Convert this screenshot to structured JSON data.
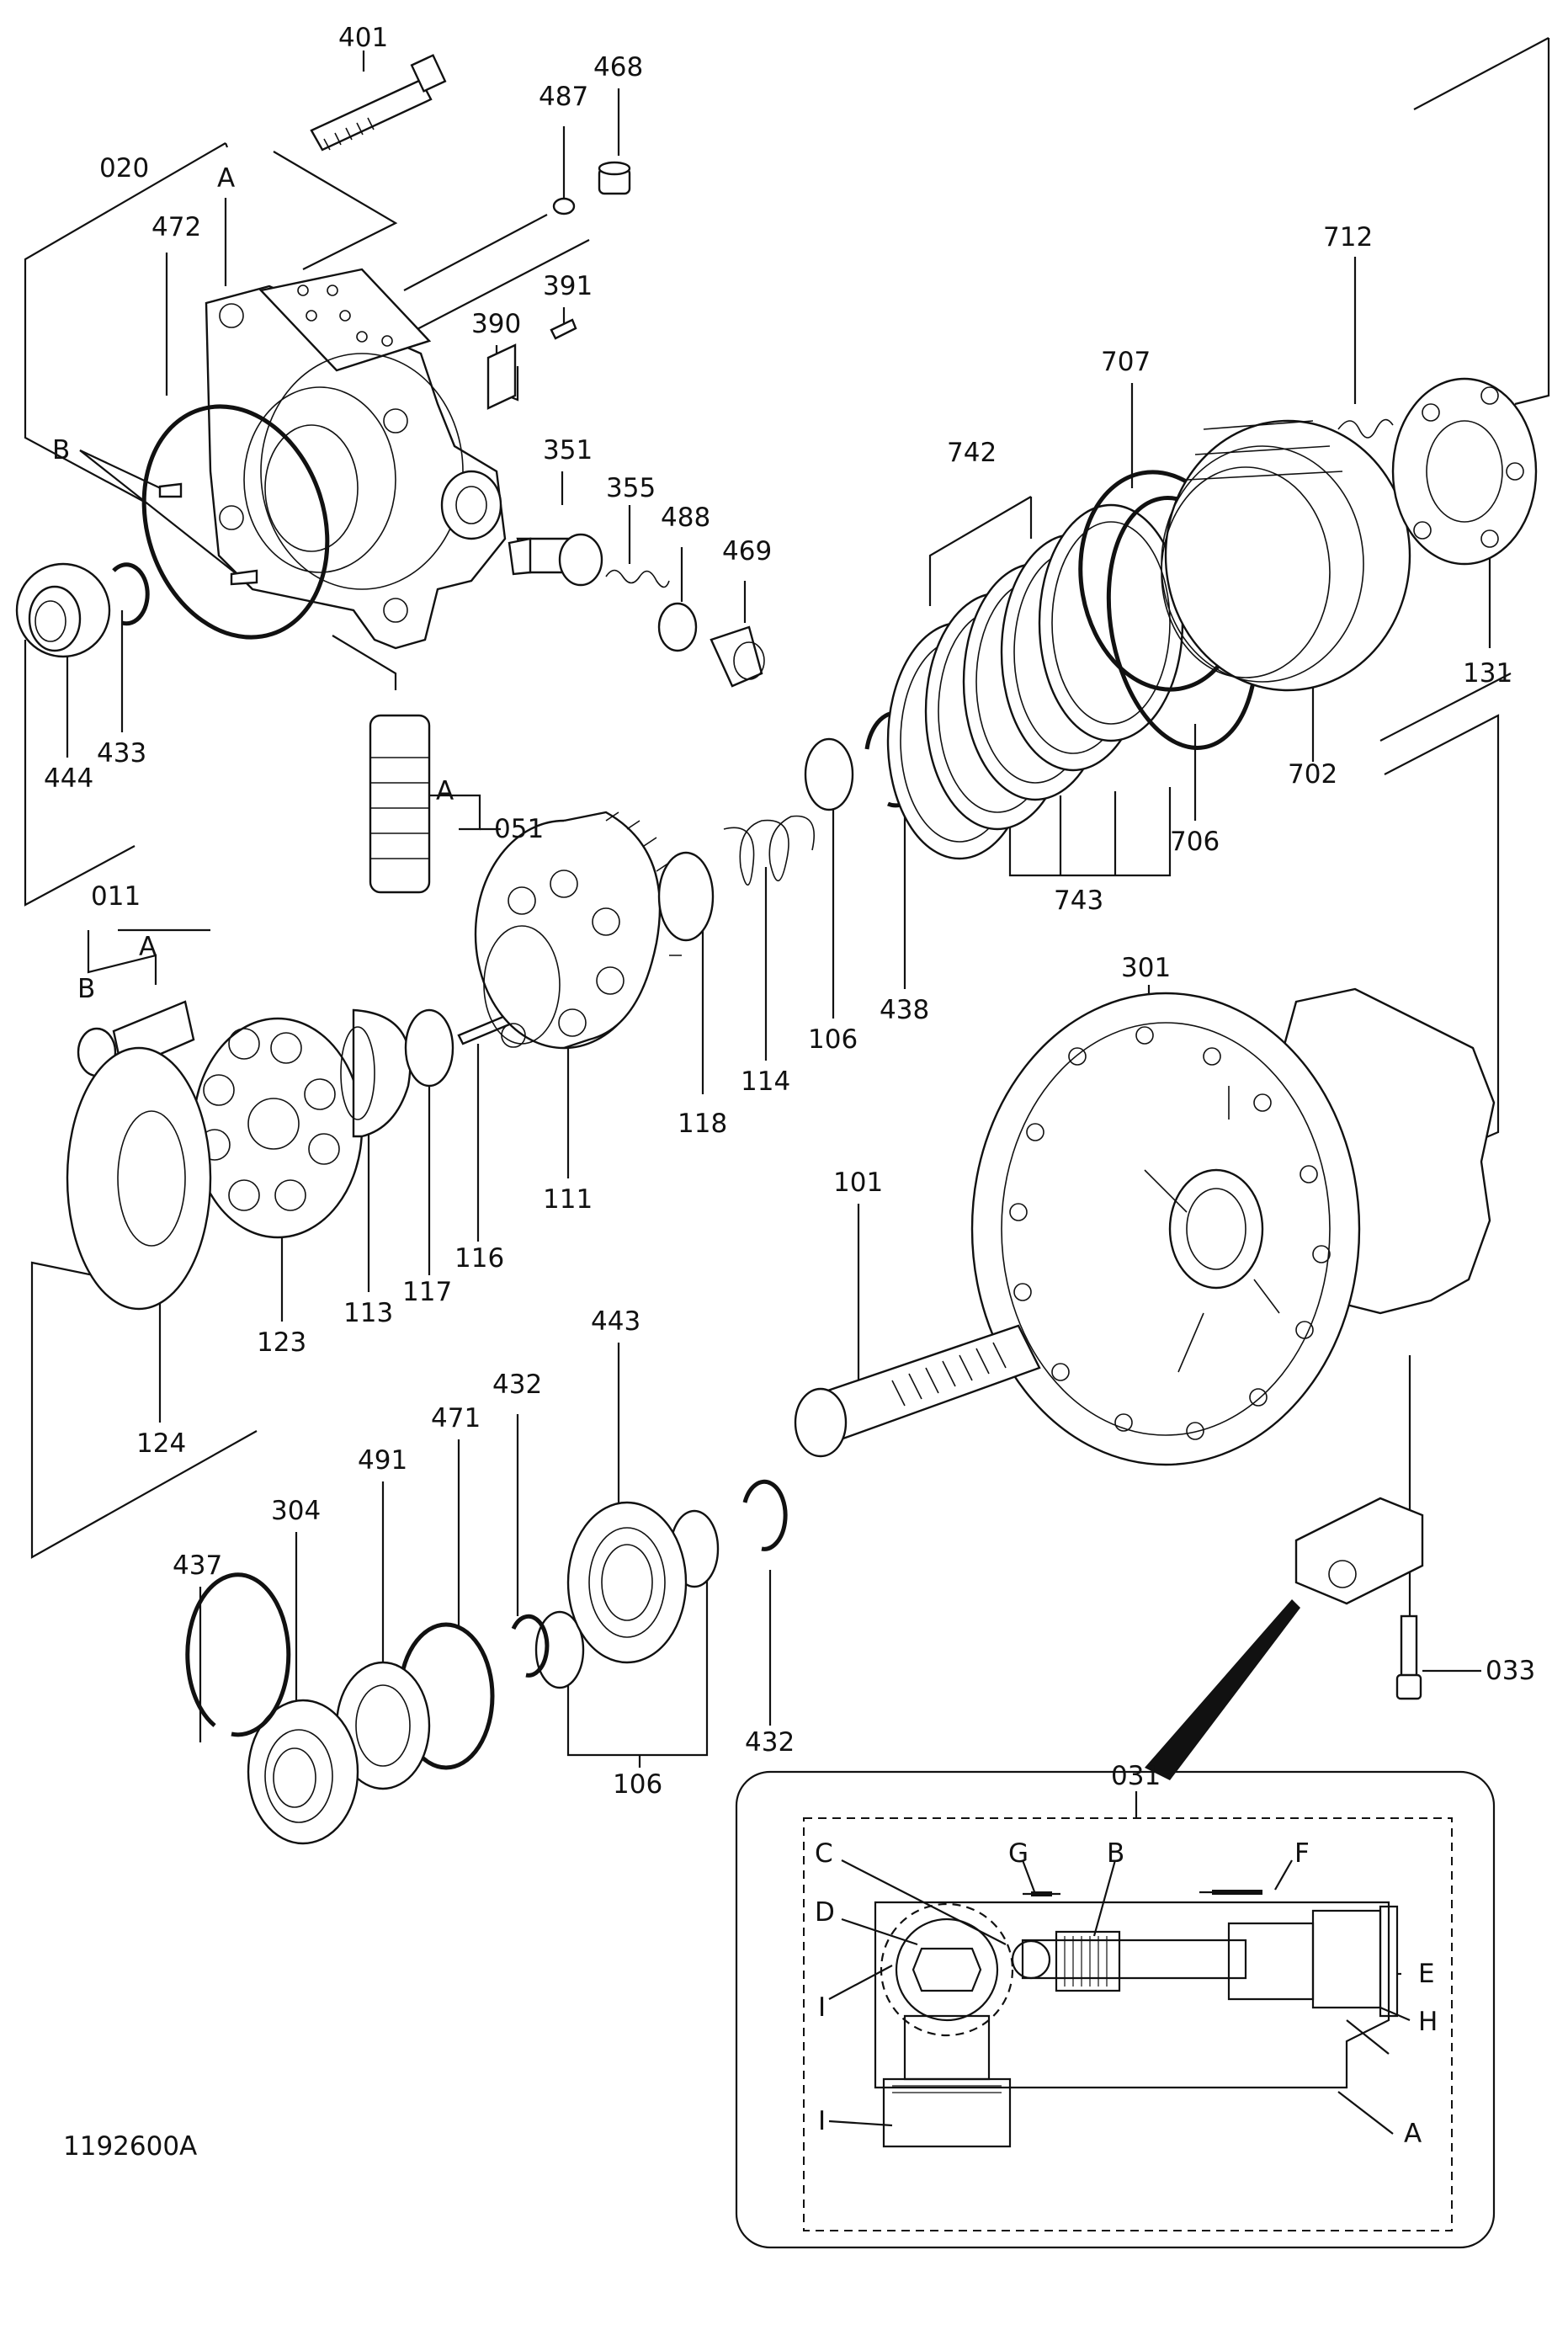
{
  "drawing_number": "1192600A",
  "labels": {
    "p401": "401",
    "p468": "468",
    "p487": "487",
    "p020": "020",
    "pA1": "A",
    "p472": "472",
    "p391": "391",
    "p390": "390",
    "p712": "712",
    "p707": "707",
    "p351": "351",
    "p355": "355",
    "p488": "488",
    "p469": "469",
    "p742": "742",
    "pB1": "B",
    "p444": "444",
    "p433": "433",
    "p131": "131",
    "p702": "702",
    "pA2": "A",
    "p051": "051",
    "p706": "706",
    "p743": "743",
    "p438": "438",
    "p106a": "106",
    "p114": "114",
    "p118": "118",
    "p011": "011",
    "pA3": "A",
    "pB3": "B",
    "p301": "301",
    "p111": "111",
    "p116": "116",
    "p117": "117",
    "p113": "113",
    "p123": "123",
    "p124": "124",
    "p101": "101",
    "p443": "443",
    "p432a": "432",
    "p471": "471",
    "p491": "491",
    "p304": "304",
    "p437": "437",
    "p432b": "432",
    "p106b": "106",
    "p033": "033",
    "p031": "031"
  },
  "detail_031": {
    "C": "C",
    "G": "G",
    "B": "B",
    "F": "F",
    "D": "D",
    "E": "E",
    "I1": "I",
    "H": "H",
    "I2": "I",
    "A": "A"
  }
}
